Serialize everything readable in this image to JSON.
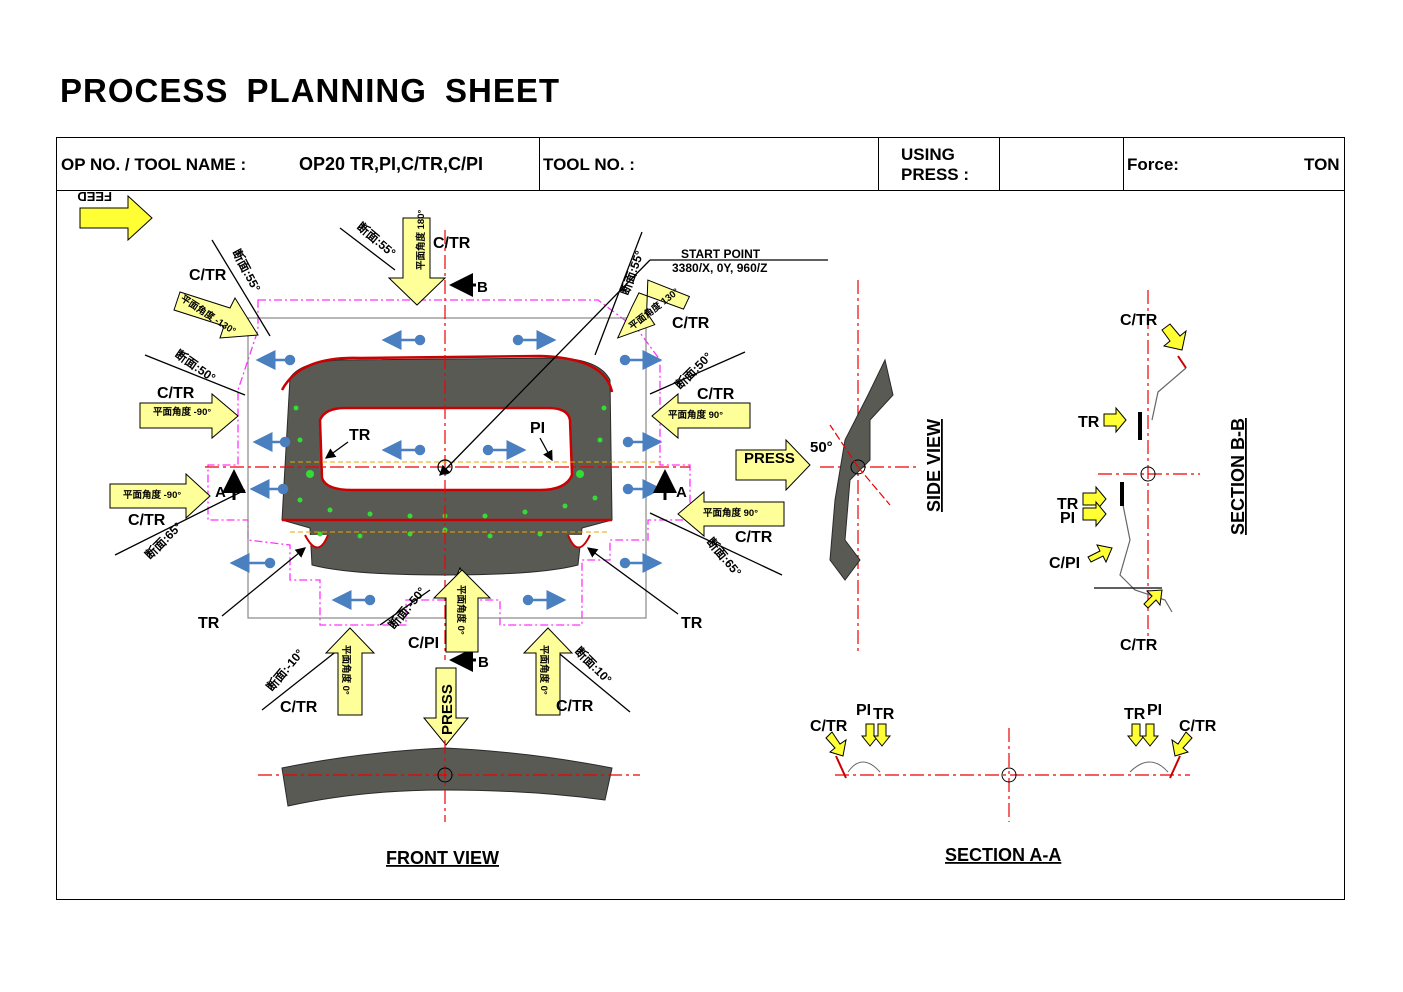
{
  "title": "PROCESS  PLANNING  SHEET",
  "header": {
    "op_label": "OP NO. / TOOL NAME :",
    "op_value": "OP20 TR,PI,C/TR,C/PI",
    "tool_label": "TOOL NO. :",
    "press_label_1": "USING",
    "press_label_2": "PRESS :",
    "force_label": "Force:",
    "force_unit": "TON"
  },
  "feed_label": "FEED",
  "front_view": {
    "caption": "FRONT VIEW",
    "start_point_label": "START POINT",
    "start_point_coords": "3380/X, 0Y, 960/Z",
    "section_marker_a": "A",
    "section_marker_b": "B",
    "press_label": "PRESS",
    "tr": "TR",
    "pi": "PI",
    "ctr": "C/TR",
    "cpi": "C/PI",
    "angle_180": "平面角度 180°",
    "angle_m130": "平面角度 -130°",
    "angle_130": "平面角度 130°",
    "angle_m90": "平面角度 -90°",
    "angle_90": "平面角度 90°",
    "angle_0": "平面角度 0°",
    "sec_55": "断面:55°",
    "sec_50": "断面:50°",
    "sec_65": "断面:65°",
    "sec_m10": "断面:-10°",
    "sec_10": "断面:10°",
    "sec_m50": "断面:-50°"
  },
  "side_view": {
    "caption": "SIDE VIEW",
    "press_label": "PRESS",
    "angle_label": "50°"
  },
  "section_bb": {
    "caption": "SECTION B-B",
    "ctr": "C/TR",
    "tr": "TR",
    "pi": "PI",
    "cpi": "C/PI"
  },
  "section_aa": {
    "caption": "SECTION A-A",
    "ctr": "C/TR",
    "pi": "PI",
    "tr": "TR"
  }
}
